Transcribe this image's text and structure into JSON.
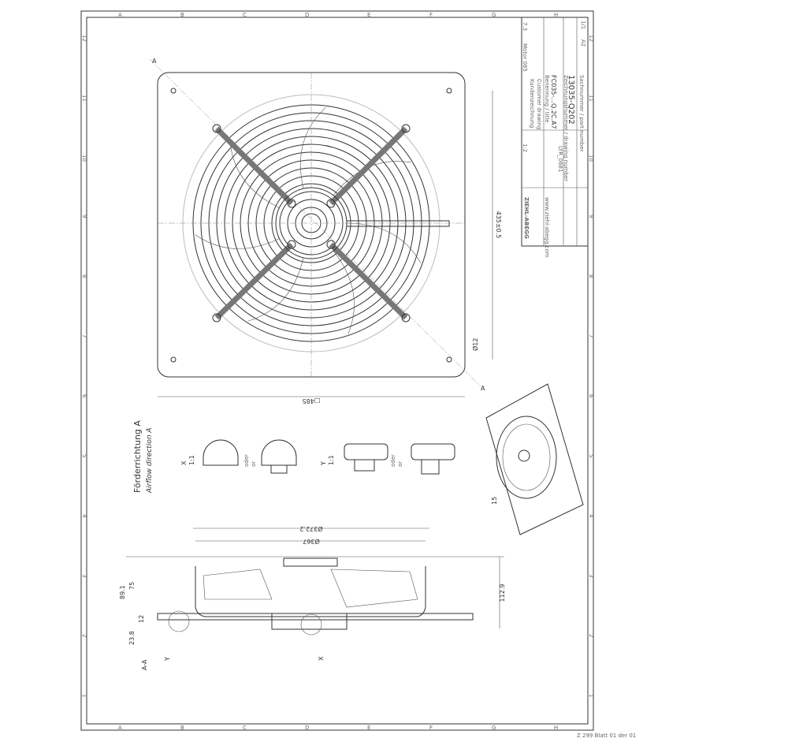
{
  "sheet": {
    "columns": [
      "A",
      "B",
      "C",
      "D",
      "E",
      "F",
      "G",
      "H"
    ],
    "rows": [
      "1",
      "2",
      "3",
      "4",
      "5",
      "6",
      "7",
      "8",
      "9",
      "10",
      "11",
      "12"
    ],
    "footer": "Z 299 Blatt 01 der 01"
  },
  "dimensions": {
    "plate": "□485",
    "hole_spacing": "435±0.5",
    "hole_diameter": "Ø12",
    "outer_diameter": "Ø372.2",
    "ring_diameter": "Ø367",
    "h_total": "112.9",
    "h_891": "89.1",
    "h_75": "75",
    "h_12": "12",
    "h_238": "23.8"
  },
  "section": {
    "label": "A-A",
    "marker_a": "A",
    "detail_x": "X",
    "detail_y": "Y"
  },
  "airflow": {
    "de": "Förderrichtung A",
    "en": "Airflow direction A"
  },
  "details": {
    "x_label": "X",
    "x_scale": "1:1",
    "y_label": "Y",
    "y_scale": "1:1",
    "oder": "oder",
    "or": "or"
  },
  "iso": {
    "label": "15"
  },
  "title_block": {
    "product": "Motor 085",
    "doc_type_de": "Kundenzeichnung",
    "doc_type_en": "Customer drawing",
    "title_label": "Benennung / title",
    "title": "FC035-...Q.2C.A7",
    "drawing_no_label": "Zeichnungsnummer / drawing number",
    "drawing_no": "13035-Q202",
    "part_no_label": "Sachnummer / part number",
    "scale": "1:2",
    "format": "A2",
    "sheet": "1/1",
    "revision": "7.3",
    "company": "ZIEHL-ABEGG",
    "website": "www.ziehl-abegg.com",
    "drawer": "LYR_0681"
  }
}
